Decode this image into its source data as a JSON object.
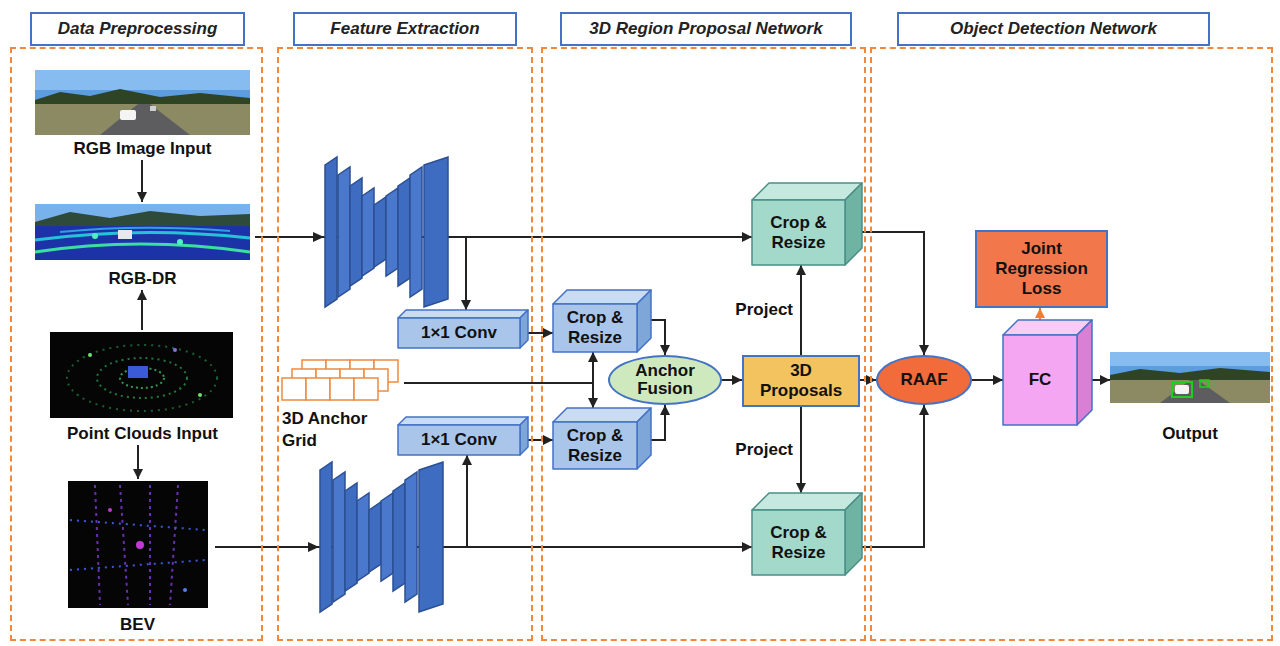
{
  "diagram": {
    "nodes": [
      {
        "text": [
          "Data Preprocessing"
        ]
      },
      {
        "text": [
          "Feature Extraction"
        ]
      },
      {
        "text": [
          "3D Region Proposal Network"
        ]
      },
      {
        "text": [
          "Object Detection Network"
        ]
      },
      {
        "text": [
          "RGB Image Input"
        ],
        "in": 0
      },
      {
        "text": [
          "RGB-DR"
        ],
        "in": 0
      },
      {
        "text": [
          "Point Clouds Input"
        ],
        "in": 0
      },
      {
        "text": [
          "BEV"
        ],
        "in": 0
      },
      {
        "text": [
          "3D Anchor Grid"
        ],
        "in": 1
      },
      {
        "text": [
          "1×1 Conv"
        ],
        "in": 1
      },
      {
        "text": [
          "1×1 Conv"
        ],
        "in": 1
      },
      {
        "text": [
          "Crop & Resize"
        ],
        "in": 2
      },
      {
        "text": [
          "Crop & Resize"
        ],
        "in": 2
      },
      {
        "text": [
          "Anchor Fusion"
        ],
        "in": 2
      },
      {
        "text": [
          "3D Proposals"
        ],
        "in": 2
      },
      {
        "text": [
          "Crop & Resize"
        ],
        "in": 2
      },
      {
        "text": [
          "Crop & Resize"
        ],
        "in": 2
      },
      {
        "text": [
          "RAAF"
        ],
        "in": 3
      },
      {
        "text": [
          "FC"
        ],
        "in": 3
      },
      {
        "text": [
          "Joint Regression Loss"
        ],
        "in": 3
      },
      {
        "text": [
          "Output"
        ],
        "in": 3
      }
    ],
    "edges": [
      {
        "from": 4,
        "to": 5,
        "arrow": "to"
      },
      {
        "from": 6,
        "to": 5,
        "arrow": "to"
      },
      {
        "from": 6,
        "to": 7,
        "arrow": "to"
      },
      {
        "from": 5,
        "to": 15,
        "arrow": "to"
      },
      {
        "from": 5,
        "to": 9,
        "arrow": "to"
      },
      {
        "from": 7,
        "to": 16,
        "arrow": "to"
      },
      {
        "from": 7,
        "to": 10,
        "arrow": "to"
      },
      {
        "from": 9,
        "to": 11,
        "arrow": "to"
      },
      {
        "from": 10,
        "to": 12,
        "arrow": "to"
      },
      {
        "from": 8,
        "to": 11,
        "arrow": "to"
      },
      {
        "from": 8,
        "to": 12,
        "arrow": "to"
      },
      {
        "from": 11,
        "to": 13,
        "arrow": "to"
      },
      {
        "from": 12,
        "to": 13,
        "arrow": "to"
      },
      {
        "from": 13,
        "to": 14,
        "arrow": "to"
      },
      {
        "from": 14,
        "to": 15,
        "label": "Project",
        "arrow": "to"
      },
      {
        "from": 14,
        "to": 16,
        "label": "Project",
        "arrow": "to"
      },
      {
        "from": 15,
        "to": 17,
        "arrow": "to"
      },
      {
        "from": 16,
        "to": 17,
        "arrow": "to"
      },
      {
        "from": 14,
        "to": 17,
        "arrow": "to"
      },
      {
        "from": 17,
        "to": 18,
        "arrow": "to"
      },
      {
        "from": 18,
        "to": 19,
        "arrow": "to"
      },
      {
        "from": 18,
        "to": 20,
        "arrow": "to"
      }
    ]
  }
}
